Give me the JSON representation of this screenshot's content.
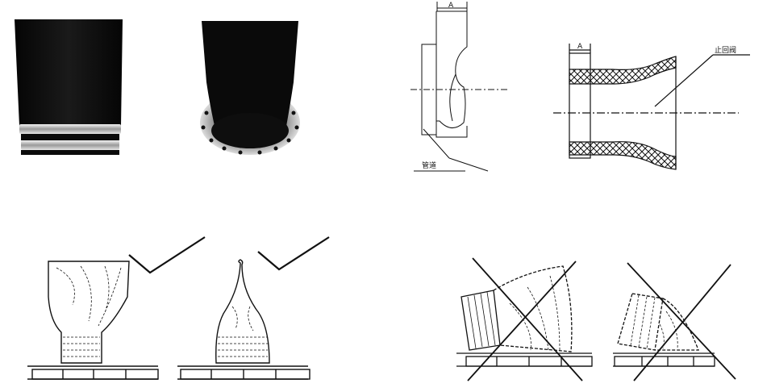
{
  "photos": [
    {
      "name": "clamp-type-valve-photo",
      "icon": "rubber-check-valve-clamp"
    },
    {
      "name": "flange-type-valve-photo",
      "icon": "rubber-check-valve-flange"
    }
  ],
  "section_diagram": {
    "dimension_label": "A",
    "pipe_label": "管道"
  },
  "profile_diagram": {
    "dimension_label": "A",
    "part_label": "止回阀"
  },
  "installation_examples": [
    {
      "name": "correct-install-duckbill-flat",
      "status": "correct",
      "icon": "check-mark-icon"
    },
    {
      "name": "correct-install-duckbill-narrow",
      "status": "correct",
      "icon": "check-mark-icon"
    },
    {
      "name": "wrong-install-tilted-large",
      "status": "wrong",
      "icon": "cross-mark-icon"
    },
    {
      "name": "wrong-install-tilted-small",
      "status": "wrong",
      "icon": "cross-mark-icon"
    }
  ],
  "colors": {
    "ink": "#111111",
    "rubber": "#0b0b0b",
    "metal": "#c9c9c9"
  }
}
